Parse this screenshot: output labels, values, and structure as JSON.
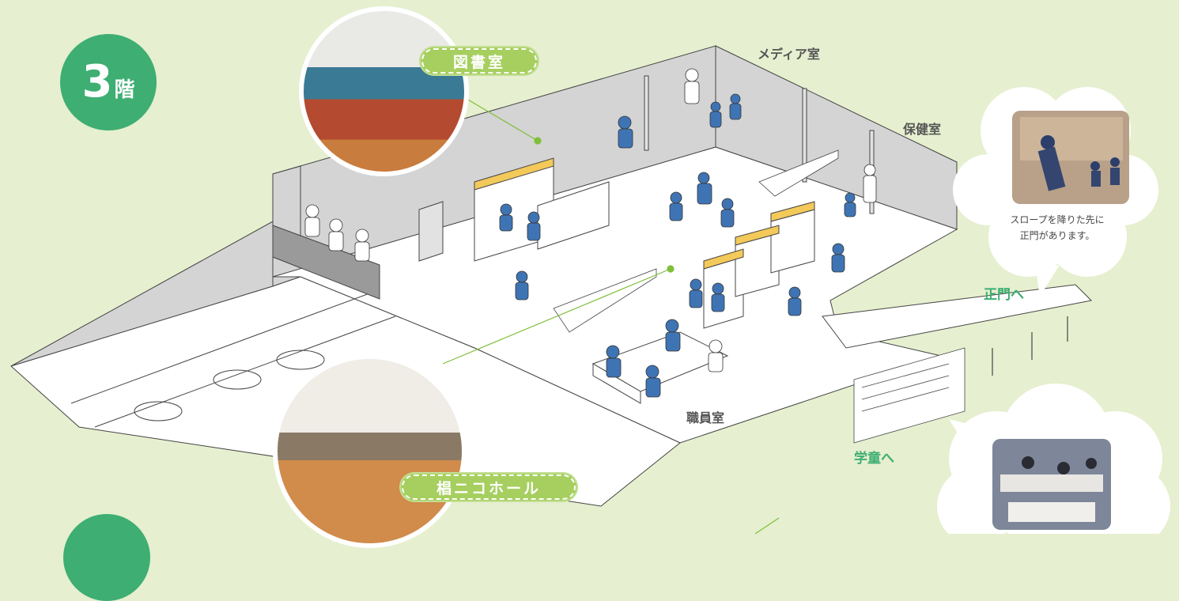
{
  "floor_badge": {
    "number": "3",
    "unit": "階"
  },
  "labels": {
    "library": "図書室",
    "media_room": "メディア室",
    "health_room": "保健室",
    "staff_room": "職員室",
    "hall": "椙ニコホール",
    "to_main_gate": "正門へ",
    "to_gakudo": "学童へ"
  },
  "bubbles": {
    "gate_note_line1": "スロープを降りた先に",
    "gate_note_line2": "正門があります。"
  },
  "icons": [
    "library-photo",
    "hall-photo",
    "gate-photo",
    "classroom-photo",
    "person-figure"
  ],
  "colors": {
    "background": "#e6efcf",
    "badge_green": "#3eae73",
    "pill_green": "#a6cf5f",
    "student_blue": "#3f74b4",
    "shelf_yellow": "#f3c95a",
    "wall_gray": "#d4d4d4"
  }
}
